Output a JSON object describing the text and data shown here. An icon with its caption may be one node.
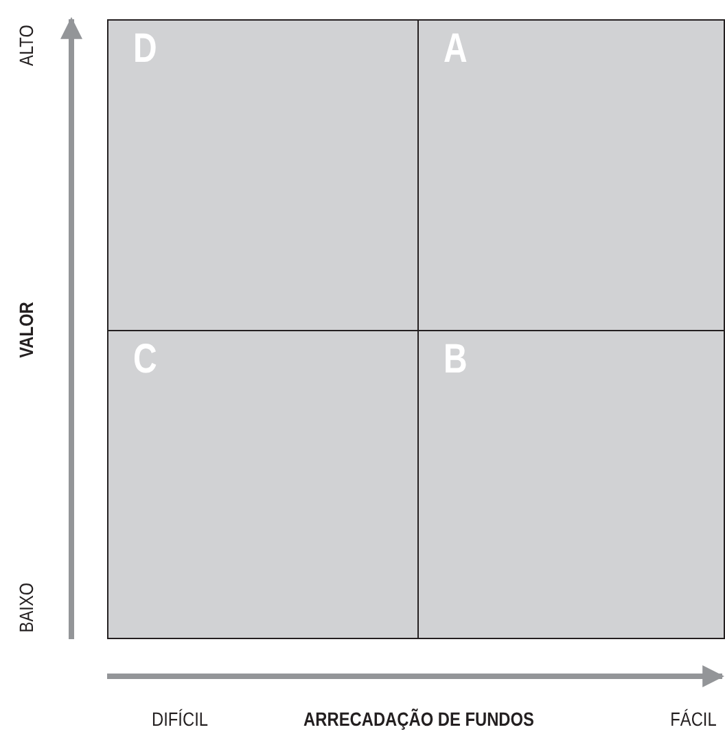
{
  "diagram": {
    "nodes": [
      {
        "text": [
          "D"
        ]
      },
      {
        "text": [
          "A"
        ]
      },
      {
        "text": [
          "C"
        ]
      },
      {
        "text": [
          "B"
        ]
      }
    ],
    "labels": [
      "ALTO",
      "VALOR",
      "BAIXO",
      "DIFÍCIL",
      "ARRECADAÇÃO DE FUNDOS",
      "FÁCIL"
    ]
  }
}
